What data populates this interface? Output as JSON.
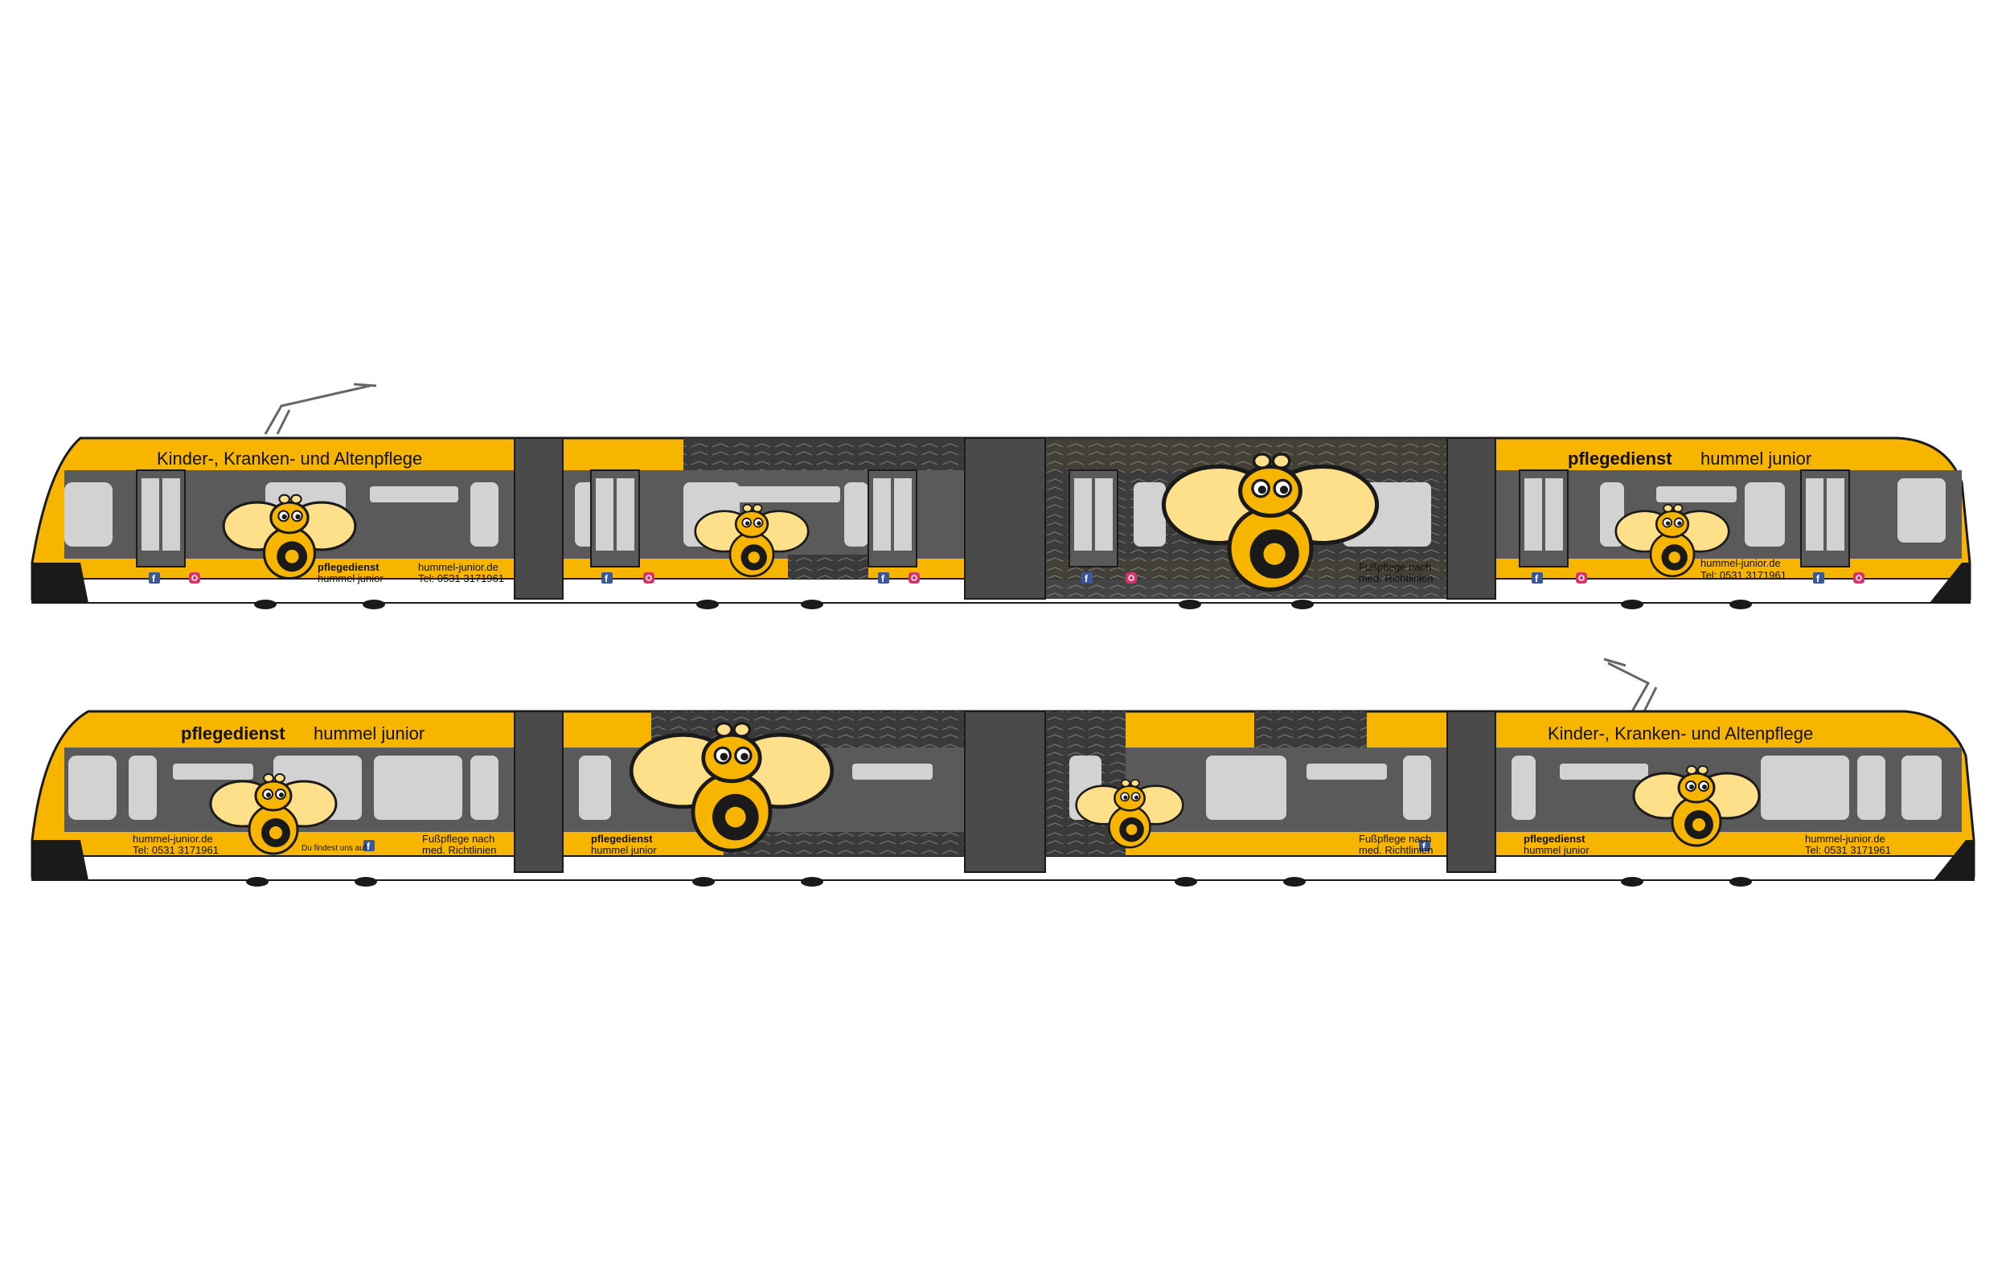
{
  "colors": {
    "yellow": "#f7b500",
    "dark_band": "#5a5a5a",
    "window": "#d2d2d2",
    "joint": "#4a4a4a",
    "outline": "#1a1a1a",
    "bee_wing": "#ffe08a",
    "white": "#ffffff"
  },
  "tram_top": {
    "front_headline": "Kinder-, Kranken- und Altenpflege",
    "rear_brand_bold": "pflegedienst",
    "rear_brand_light": "hummel junior",
    "car1_brand_bold": "pflegedienst",
    "car1_brand_light": "hummel junior",
    "car1_web": "hummel-junior.de",
    "car1_phone": "Tel: 0531 3171961",
    "car3_service_1": "Fußpflege nach",
    "car3_service_2": "med. Richtlinien",
    "car4_web": "hummel-junior.de",
    "car4_phone": "Tel: 0531 3171961"
  },
  "tram_bottom": {
    "front_brand_bold": "pflegedienst",
    "front_brand_light": "hummel junior",
    "rear_headline": "Kinder-, Kranken- und Altenpflege",
    "car1_web": "hummel-junior.de",
    "car1_phone": "Tel: 0531 3171961",
    "car1_facebook_note": "Du findest uns auf",
    "car1_service_1": "Fußpflege nach",
    "car1_service_2": "med. Richtlinien",
    "car2_brand_bold": "pflegedienst",
    "car2_brand_light": "hummel junior",
    "car3_service_1": "Fußpflege nach",
    "car3_service_2": "med. Richtlinien",
    "car4_brand_bold": "pflegedienst",
    "car4_brand_light": "hummel junior",
    "car4_web": "hummel-junior.de",
    "car4_phone": "Tel: 0531 3171961"
  },
  "icons": [
    "bee-mascot-icon",
    "facebook-icon",
    "instagram-icon",
    "pantograph-icon"
  ]
}
